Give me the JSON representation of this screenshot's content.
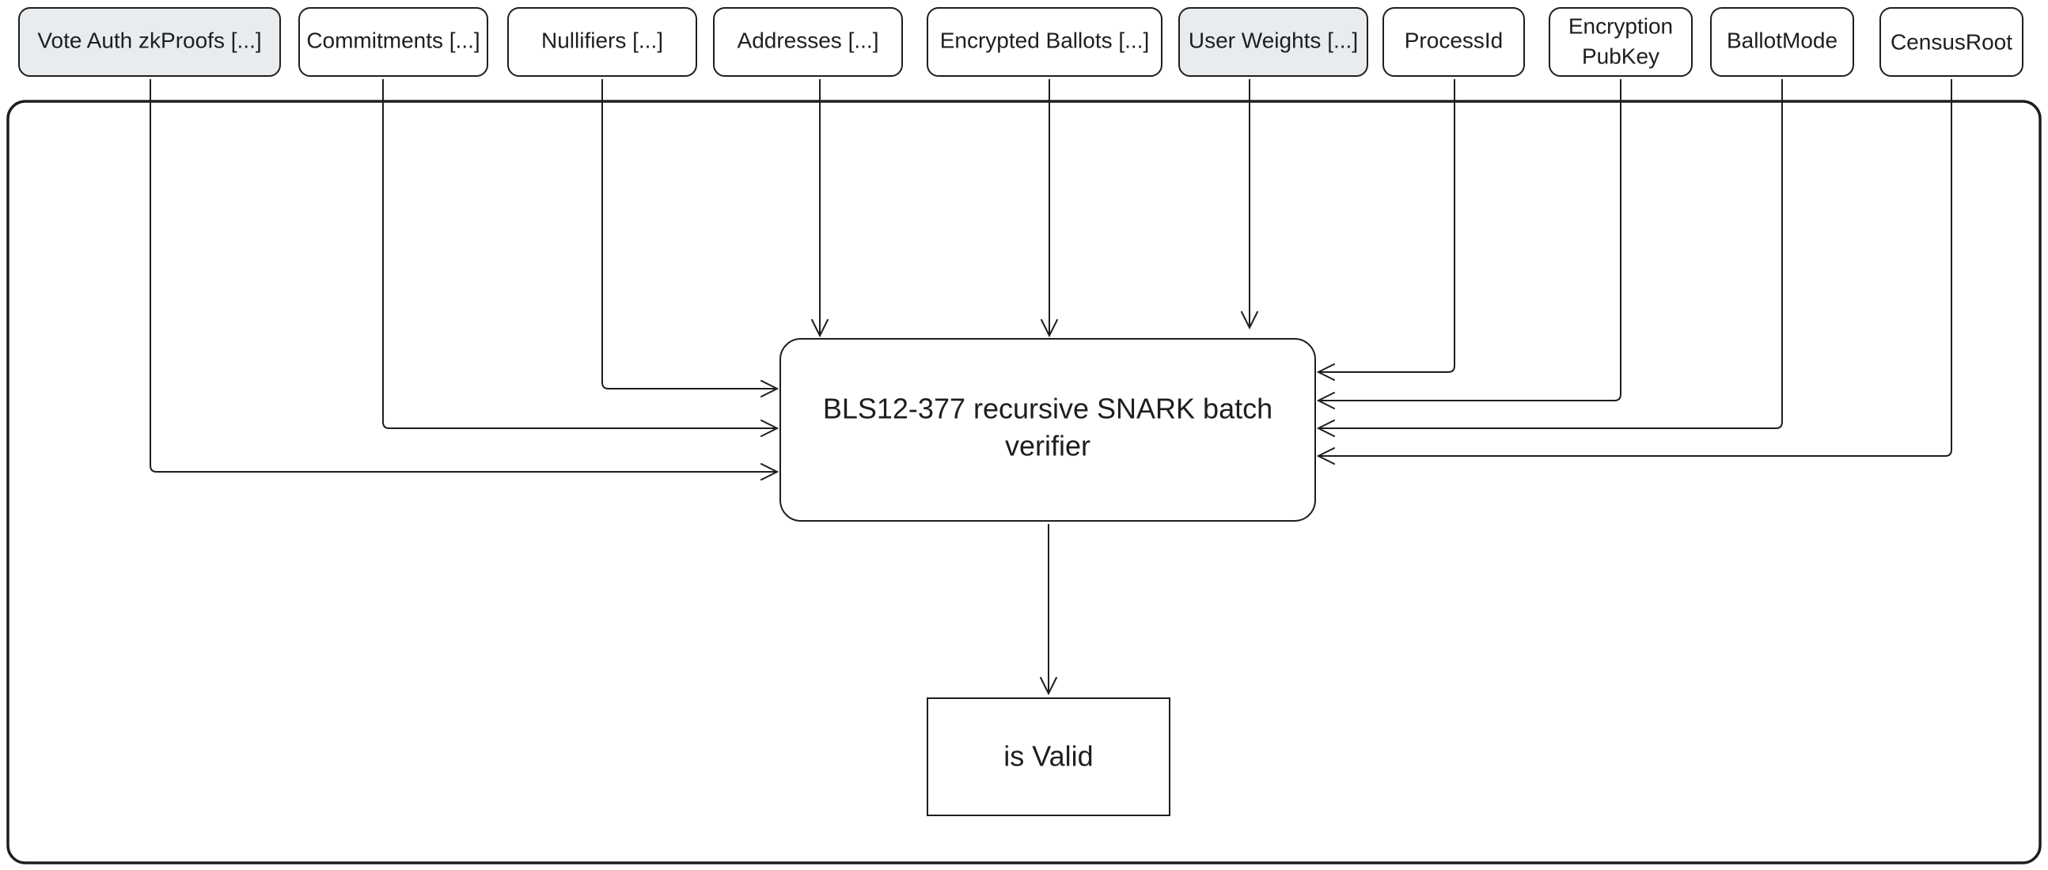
{
  "inputs": [
    {
      "id": "vote-auth-zkproofs",
      "label": "Vote Auth zkProofs [...]",
      "fill": "#e9ecef"
    },
    {
      "id": "commitments",
      "label": "Commitments [...]",
      "fill": "#ffffff"
    },
    {
      "id": "nullifiers",
      "label": "Nullifiers [...]",
      "fill": "#ffffff"
    },
    {
      "id": "addresses",
      "label": "Addresses [...]",
      "fill": "#ffffff"
    },
    {
      "id": "encrypted-ballots",
      "label": "Encrypted Ballots [...]",
      "fill": "#ffffff"
    },
    {
      "id": "user-weights",
      "label": "User Weights [...]",
      "fill": "#e9ecef"
    },
    {
      "id": "process-id",
      "label": "ProcessId",
      "fill": "#ffffff"
    },
    {
      "id": "encryption-pubkey",
      "label_line1": "Encryption",
      "label_line2": "PubKey",
      "fill": "#ffffff"
    },
    {
      "id": "ballot-mode",
      "label": "BallotMode",
      "fill": "#ffffff"
    },
    {
      "id": "census-root",
      "label": "CensusRoot",
      "fill": "#ffffff"
    }
  ],
  "verifier": {
    "label_line1": "BLS12-377 recursive SNARK batch",
    "label_line2": "verifier"
  },
  "output": {
    "label": "is Valid"
  },
  "colors": {
    "stroke": "#1e1e1e",
    "highlight_fill": "#e9ecef",
    "background": "#ffffff"
  }
}
